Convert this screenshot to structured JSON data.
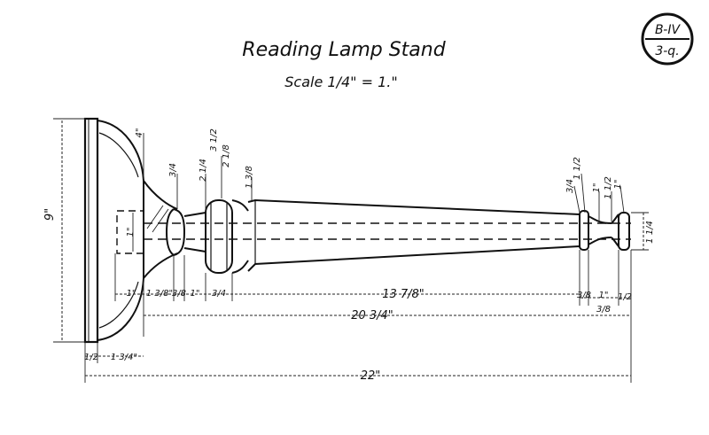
{
  "drawing": {
    "title": "Reading Lamp Stand",
    "scale": "Scale 1/4\" = 1.\"",
    "badge_top": "B-IV",
    "badge_bottom": "3-q."
  },
  "dimensions": {
    "base_height": "9\"",
    "base_thickness": "1/2",
    "base_flare": "1 3/4\"",
    "overall_length": "22\"",
    "stem_length": "20 3/4\"",
    "taper_length": "13 7/8\"",
    "seg_1": "1\"",
    "seg_2": "1 3/8\"",
    "seg_3": "3/8",
    "seg_4": "1\"",
    "seg_5": "3/4",
    "seg_right_1": "3/8",
    "seg_right_2": "1\"",
    "seg_right_3": "1/2",
    "seg_right_sub": "3/8",
    "dia_a": "4\"",
    "dia_b": "3/4",
    "dia_c": "2 1/4",
    "dia_d": "3 1/2",
    "dia_e": "2 1/8",
    "dia_f": "1 3/8",
    "dia_g": "3/4",
    "dia_h": "1 1/2",
    "dia_i": "1\"",
    "dia_j": "1 1/2",
    "dia_k": "1\"",
    "dia_end": "1 1/4",
    "bore": "1\""
  }
}
